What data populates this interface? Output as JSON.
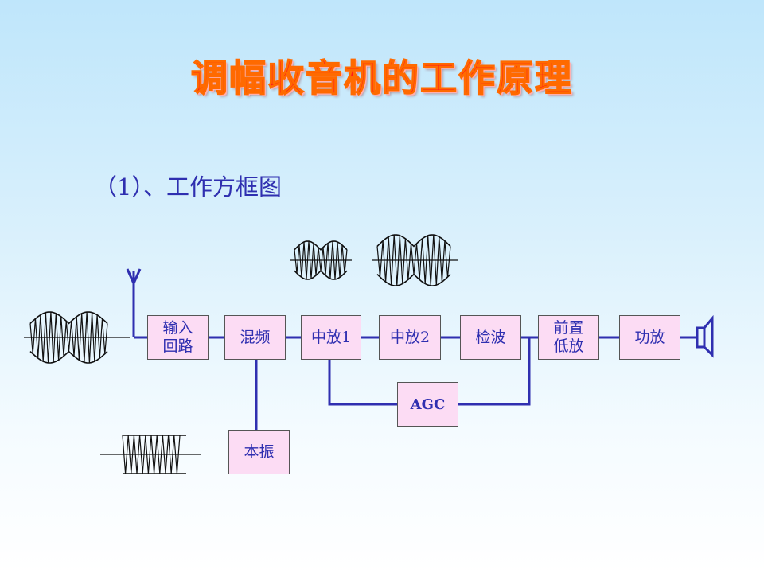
{
  "title": "调幅收音机的工作原理",
  "subtitle": "（1）、工作方框图",
  "blocks": {
    "input_loop": "输入\n回路",
    "mixer": "混频",
    "if_amp_1": "中放1",
    "if_amp_2": "中放2",
    "detector": "检波",
    "pre_lf_amp": "前置\n低放",
    "power_amp": "功放",
    "agc": "AGC",
    "local_osc": "本振"
  },
  "colors": {
    "title": "#ff1a1a",
    "text": "#2f2fb0",
    "line": "#2f2fb0",
    "box_fill": "#fcdcf4"
  },
  "icons": [
    "antenna-icon",
    "speaker-icon",
    "am-wave-icon",
    "carrier-wave-icon"
  ]
}
